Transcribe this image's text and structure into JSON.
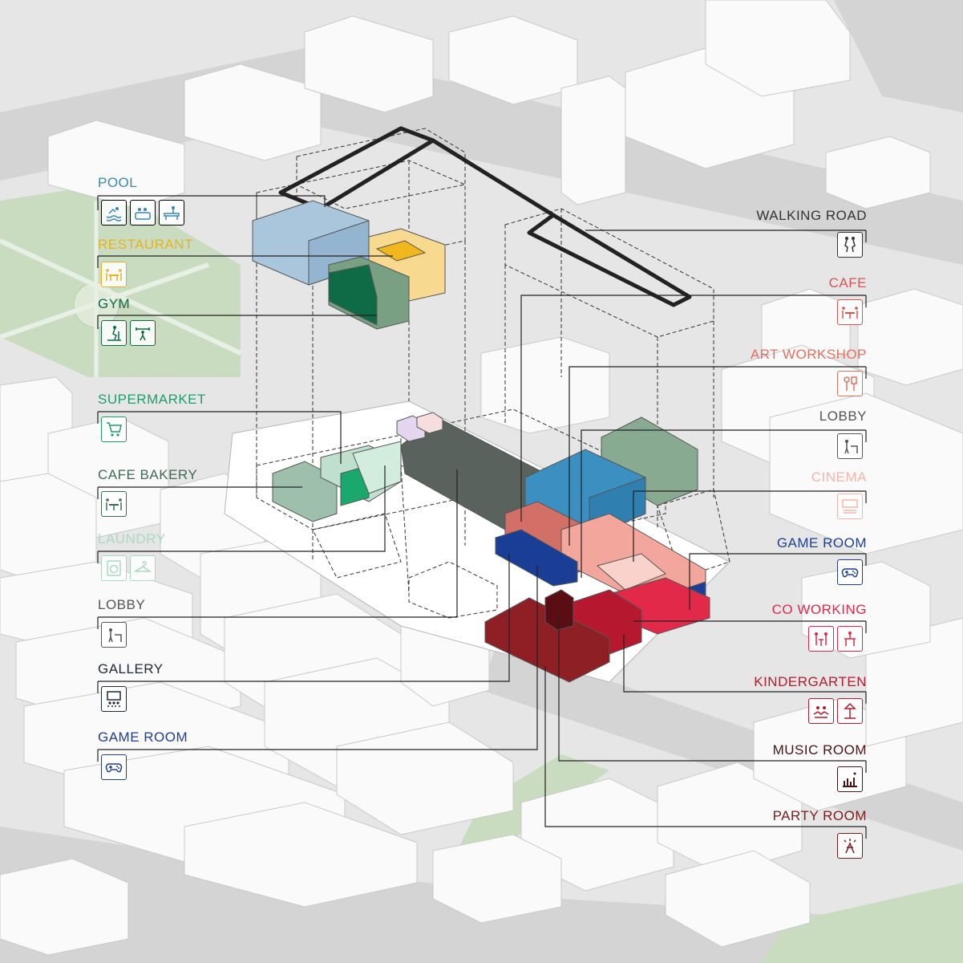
{
  "left_labels": [
    {
      "id": "pool",
      "text": "POOL",
      "color": "#3b86b8",
      "icons": [
        "swimming-icon",
        "hot-tub-icon",
        "spa-massage-icon"
      ]
    },
    {
      "id": "restaurant",
      "text": "RESTAURANT",
      "color": "#e6b21e",
      "icons": [
        "dining-table-icon"
      ]
    },
    {
      "id": "gym",
      "text": "GYM",
      "color": "#0e6b45",
      "icons": [
        "treadmill-icon",
        "weightlifting-icon"
      ]
    },
    {
      "id": "supermarket",
      "text": "SUPERMARKET",
      "color": "#1c9e6a",
      "icons": [
        "shopping-cart-icon"
      ]
    },
    {
      "id": "cafe-bakery",
      "text": "CAFE BAKERY",
      "color": "#3f6b55",
      "icons": [
        "cafe-table-icon"
      ]
    },
    {
      "id": "laundry",
      "text": "LAUNDRY",
      "color": "#a9d9c3",
      "icons": [
        "washing-machine-icon",
        "clothes-hanger-icon"
      ]
    },
    {
      "id": "lobby-left",
      "text": "LOBBY",
      "color": "#555555",
      "icons": [
        "reception-desk-icon"
      ]
    },
    {
      "id": "gallery",
      "text": "GALLERY",
      "color": "#1b2a3a",
      "icons": [
        "gallery-viewing-icon"
      ]
    },
    {
      "id": "game-room-left",
      "text": "GAME ROOM",
      "color": "#1f3f8f",
      "icons": [
        "gamepad-icon"
      ]
    }
  ],
  "right_labels": [
    {
      "id": "walking-road",
      "text": "WALKING ROAD",
      "color": "#333333",
      "icons": [
        "walking-people-icon"
      ]
    },
    {
      "id": "cafe",
      "text": "CAFE",
      "color": "#d9534f",
      "icons": [
        "cafe-table-icon"
      ]
    },
    {
      "id": "art-workshop",
      "text": "ART WORKSHOP",
      "color": "#e57060",
      "icons": [
        "paint-tools-icon"
      ]
    },
    {
      "id": "lobby-right",
      "text": "LOBBY",
      "color": "#555555",
      "icons": [
        "reception-desk-icon"
      ]
    },
    {
      "id": "cinema",
      "text": "CINEMA",
      "color": "#f3b5ab",
      "icons": [
        "cinema-screen-icon"
      ]
    },
    {
      "id": "game-room-right",
      "text": "GAME ROOM",
      "color": "#1f3f8f",
      "icons": [
        "gamepad-icon"
      ]
    },
    {
      "id": "co-working",
      "text": "CO WORKING",
      "color": "#e0294a",
      "icons": [
        "meeting-people-icon",
        "desk-chair-icon"
      ]
    },
    {
      "id": "kindergarten",
      "text": "KINDERGARTEN",
      "color": "#b31b2e",
      "icons": [
        "kids-playing-icon",
        "playground-icon"
      ]
    },
    {
      "id": "music-room",
      "text": "MUSIC ROOM",
      "color": "#4a1418",
      "icons": [
        "music-equalizer-icon"
      ]
    },
    {
      "id": "party-room",
      "text": "PARTY ROOM",
      "color": "#7a1c1c",
      "icons": [
        "celebration-icon"
      ]
    }
  ]
}
